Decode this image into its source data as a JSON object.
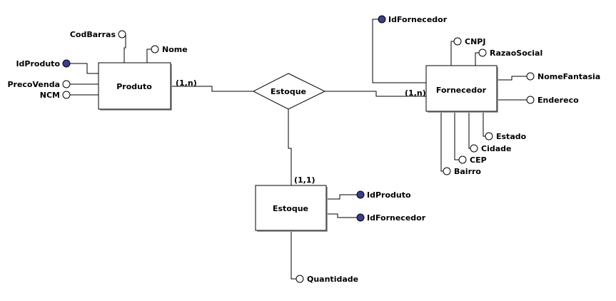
{
  "entities": {
    "produto": "Produto",
    "fornecedor": "Fornecedor",
    "estoque": "Estoque"
  },
  "relationship": {
    "estoque": "Estoque"
  },
  "cardinalities": {
    "produto": "(1,n)",
    "fornecedor": "(1,n)",
    "estoque": "(1,1)"
  },
  "attributes": {
    "produto": {
      "codbarras": "CodBarras",
      "nome": "Nome",
      "idproduto": "IdProduto",
      "precovenda": "PrecoVenda",
      "ncm": "NCM"
    },
    "fornecedor": {
      "idfornecedor": "IdFornecedor",
      "cnpj": "CNPJ",
      "razaosocial": "RazaoSocial",
      "nomefantasia": "NomeFantasia",
      "endereco": "Endereco",
      "estado": "Estado",
      "cidade": "Cidade",
      "cep": "CEP",
      "bairro": "Bairro"
    },
    "estoque": {
      "idproduto": "IdProduto",
      "idfornecedor": "IdFornecedor",
      "quantidade": "Quantidade"
    }
  },
  "colors": {
    "key_attribute": "#3d3d8f",
    "shadow": "#a0a0a0"
  }
}
